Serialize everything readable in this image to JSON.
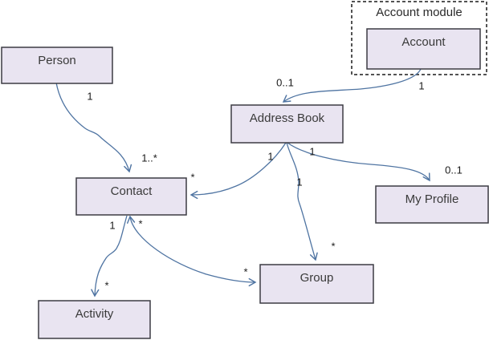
{
  "diagram": {
    "kind": "uml-class-association-diagram",
    "colors": {
      "node_fill": "#e9e4f1",
      "node_border": "#3c3b43",
      "module_border": "#1a1a1a",
      "module_fill": "#ffffff",
      "edge": "#4f74a2",
      "label": "#1b1b1b",
      "node_text": "#3a3a3a",
      "background": "#ffffff"
    },
    "module": {
      "id": "account_module",
      "label": "Account module",
      "children": [
        "account"
      ]
    },
    "nodes": [
      {
        "id": "person",
        "label": "Person"
      },
      {
        "id": "account",
        "label": "Account"
      },
      {
        "id": "address_book",
        "label": "Address Book"
      },
      {
        "id": "contact",
        "label": "Contact"
      },
      {
        "id": "my_profile",
        "label": "My Profile"
      },
      {
        "id": "group",
        "label": "Group"
      },
      {
        "id": "activity",
        "label": "Activity"
      }
    ],
    "edges": [
      {
        "from": "person",
        "to": "contact",
        "from_label": "1",
        "to_label": "1..*",
        "arrow": "to"
      },
      {
        "from": "account",
        "to": "address_book",
        "from_label": "1",
        "to_label": "0..1",
        "arrow": "to"
      },
      {
        "from": "address_book",
        "to": "contact",
        "from_label": "1",
        "to_label": "*",
        "arrow": "to"
      },
      {
        "from": "address_book",
        "to": "my_profile",
        "from_label": "1",
        "to_label": "0..1",
        "arrow": "to"
      },
      {
        "from": "address_book",
        "to": "group",
        "from_label": "1",
        "to_label": "*",
        "arrow": "to"
      },
      {
        "from": "contact",
        "to": "activity",
        "from_label": "1",
        "to_label": "*",
        "arrow": "to"
      },
      {
        "from": "contact",
        "to": "group",
        "from_label": "*",
        "to_label": "*",
        "arrow": "both"
      }
    ]
  }
}
